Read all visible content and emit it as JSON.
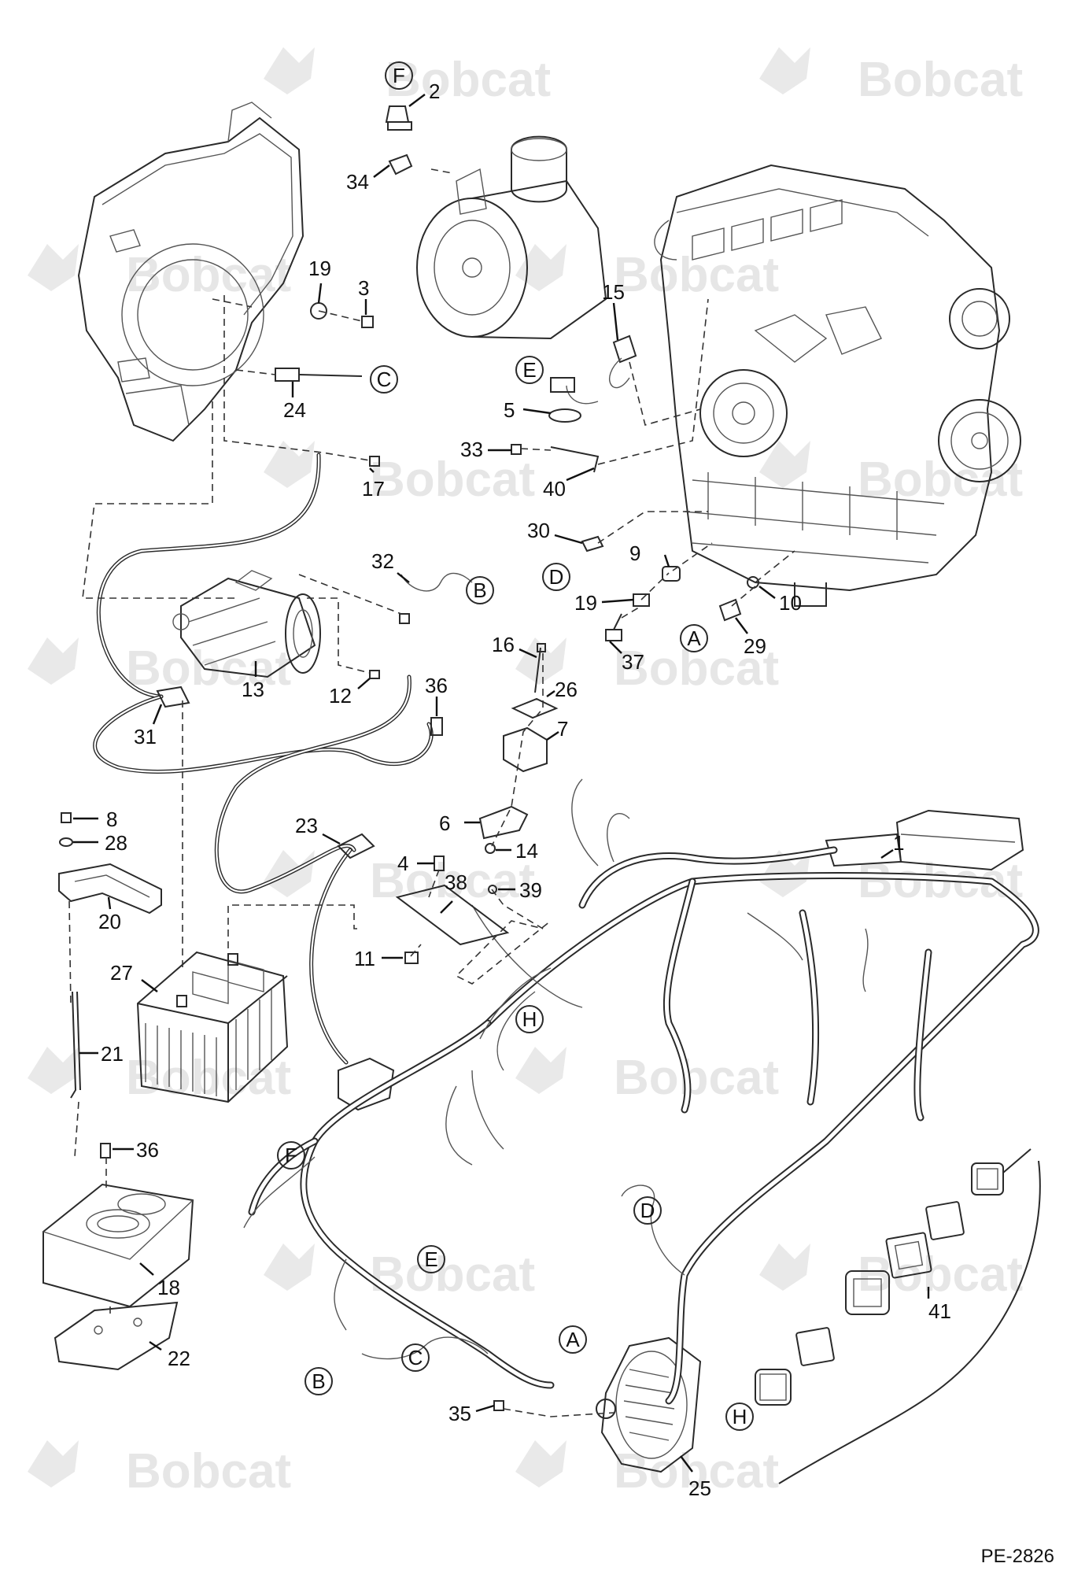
{
  "watermark": {
    "brand": "Bobcat"
  },
  "diagram": {
    "reference_code": "PE-2826",
    "part_numbers": [
      "1",
      "2",
      "3",
      "4",
      "5",
      "6",
      "7",
      "8",
      "9",
      "10",
      "11",
      "12",
      "13",
      "14",
      "15",
      "16",
      "17",
      "18",
      "19",
      "20",
      "21",
      "22",
      "23",
      "24",
      "25",
      "26",
      "27",
      "28",
      "29",
      "30",
      "31",
      "32",
      "33",
      "34",
      "35",
      "36",
      "37",
      "38",
      "39",
      "40",
      "41"
    ],
    "connector_letters": [
      "A",
      "B",
      "C",
      "D",
      "E",
      "F",
      "H"
    ],
    "labels": {
      "p1": "1",
      "p2": "2",
      "p3": "3",
      "p4": "4",
      "p5": "5",
      "p6": "6",
      "p7": "7",
      "p8": "8",
      "p9": "9",
      "p10": "10",
      "p11": "11",
      "p12": "12",
      "p13": "13",
      "p14": "14",
      "p15": "15",
      "p16": "16",
      "p17": "17",
      "p18": "18",
      "p19a": "19",
      "p19b": "19",
      "p20": "20",
      "p21": "21",
      "p22": "22",
      "p23": "23",
      "p24": "24",
      "p25": "25",
      "p26": "26",
      "p27": "27",
      "p28": "28",
      "p29": "29",
      "p30": "30",
      "p31": "31",
      "p32": "32",
      "p33": "33",
      "p34": "34",
      "p35": "35",
      "p36a": "36",
      "p36b": "36",
      "p37": "37",
      "p38": "38",
      "p39": "39",
      "p40": "40",
      "p41": "41"
    },
    "callouts": {
      "A1": "A",
      "A2": "A",
      "B1": "B",
      "B2": "B",
      "C1": "C",
      "C2": "C",
      "D1": "D",
      "D2": "D",
      "E1": "E",
      "E2": "E",
      "F1": "F",
      "F2": "F",
      "H1": "H",
      "H2": "H"
    }
  }
}
